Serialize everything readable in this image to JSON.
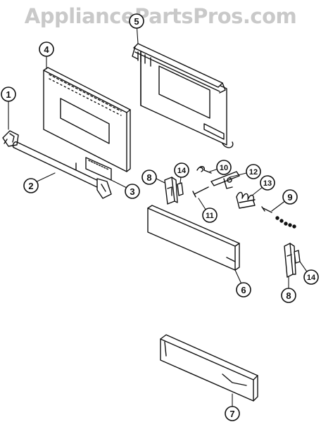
{
  "watermark": "AppliancePartsPros.com",
  "callouts": [
    {
      "id": "c1",
      "label": "1"
    },
    {
      "id": "c2",
      "label": "2"
    },
    {
      "id": "c3",
      "label": "3"
    },
    {
      "id": "c4",
      "label": "4"
    },
    {
      "id": "c5",
      "label": "5"
    },
    {
      "id": "c6",
      "label": "6"
    },
    {
      "id": "c7",
      "label": "7"
    },
    {
      "id": "c8a",
      "label": "8"
    },
    {
      "id": "c8b",
      "label": "8"
    },
    {
      "id": "c9",
      "label": "9"
    },
    {
      "id": "c10",
      "label": "10"
    },
    {
      "id": "c11",
      "label": "11"
    },
    {
      "id": "c12",
      "label": "12"
    },
    {
      "id": "c13",
      "label": "13"
    },
    {
      "id": "c14a",
      "label": "14"
    },
    {
      "id": "c14b",
      "label": "14"
    }
  ]
}
